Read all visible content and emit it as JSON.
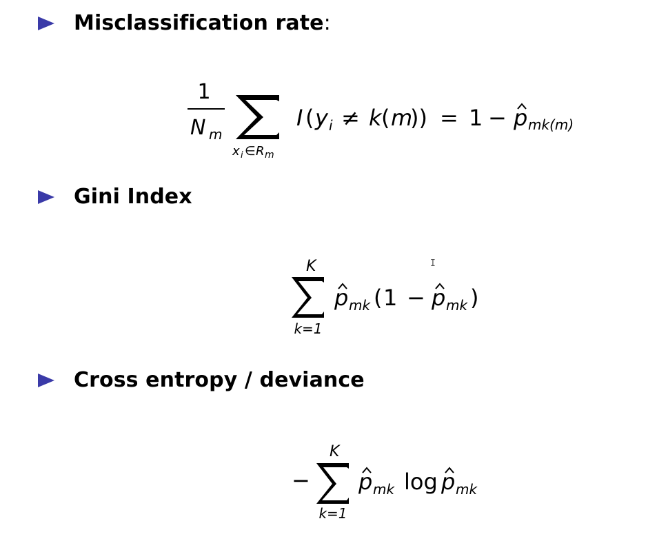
{
  "bullets": [
    {
      "label": "Misclassification rate",
      "suffix": ":"
    },
    {
      "label": "Gini Index"
    },
    {
      "label": "Cross entropy / deviance"
    }
  ],
  "formulas": {
    "misclassification": {
      "frac_num": "1",
      "frac_den_base": "N",
      "frac_den_sub": "m",
      "sum_lower_x": "x",
      "sum_lower_i": "i",
      "sum_lower_in": "∈",
      "sum_lower_R": "R",
      "sum_lower_m": "m",
      "indicator": "I",
      "y": "y",
      "y_sub": "i",
      "neq": "≠",
      "k": "k",
      "m": "m",
      "equals": "=",
      "one": "1",
      "minus": "−",
      "p": "p",
      "p_sub": "mk(m)"
    },
    "gini": {
      "sum_upper": "K",
      "sum_lower": "k=1",
      "p": "p",
      "p_sub": "mk",
      "one": "1",
      "minus": "−"
    },
    "entropy": {
      "neg": "−",
      "sum_upper": "K",
      "sum_lower": "k=1",
      "p": "p",
      "p_sub": "mk",
      "log": "log"
    }
  },
  "cursor_glyph": "I",
  "accent_color": "#3a3aa8"
}
